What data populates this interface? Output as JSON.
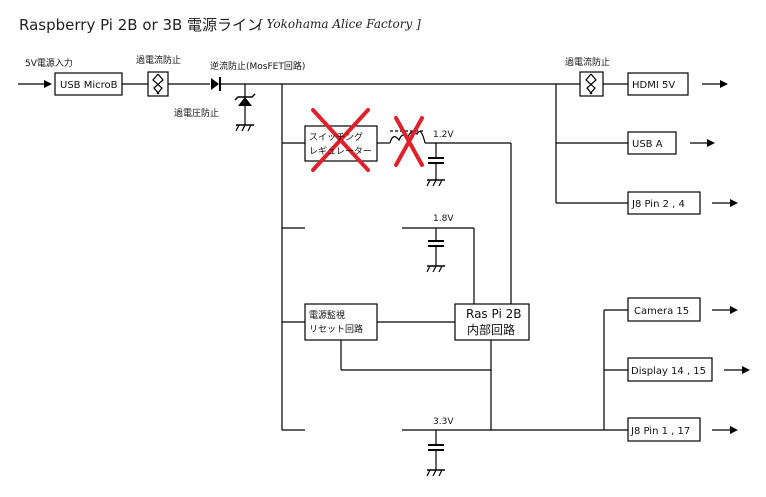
{
  "title": "Raspberry Pi 2B or 3B 電源ライン",
  "subtitle": "[ Yokohama Alice Factory ]",
  "labels": {
    "input": "5V電源入力",
    "fuse_in": "過電流防止",
    "reverse": "逆流防止(MosFET回路)",
    "overvoltage": "過電圧防止",
    "fuse_out": "過電流防止",
    "v12": "1.2V",
    "v18": "1.8V",
    "v33": "3.3V"
  },
  "boxes": {
    "usb_microb": "USB MicroB",
    "hdmi": "HDMI 5V",
    "usb_a": "USB A",
    "j8_24": "J8 Pin 2 , 4",
    "switching_line1": "スイッチング",
    "switching_line2": "レギュレーター",
    "monitor_line1": "電源監視",
    "monitor_line2": "リセット回路",
    "raspi_line1": "Ras Pi 2B",
    "raspi_line2": "内部回路",
    "camera": "Camera 15",
    "display": "Display 14 , 15",
    "j8_117": "J8 Pin 1 , 17"
  },
  "colors": {
    "line": "#000000",
    "cross": "#e0202a"
  }
}
